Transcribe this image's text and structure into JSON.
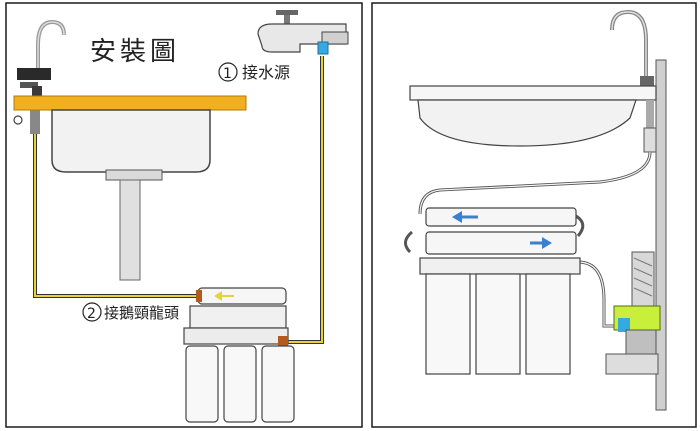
{
  "left_panel": {
    "title": "安裝圖",
    "step1": {
      "number": "1",
      "label": "接水源"
    },
    "step2": {
      "number": "2",
      "label": "接鵝頸龍頭"
    }
  },
  "colors": {
    "frame": "#1a1a1a",
    "counter": "#f0b020",
    "water_pipe": "#d8c23a",
    "sink_fill": "#f2f2f2",
    "housing_fill": "#f8f8f8",
    "flow_arrow": "#3a7fd0",
    "valve_green": "#c8ef3a",
    "connector_brown": "#b35a1e",
    "tap_blue": "#35a9e0"
  },
  "icons": [
    "faucet-icon",
    "water-tap-icon",
    "flow-arrow-icon",
    "shutoff-valve-icon"
  ]
}
